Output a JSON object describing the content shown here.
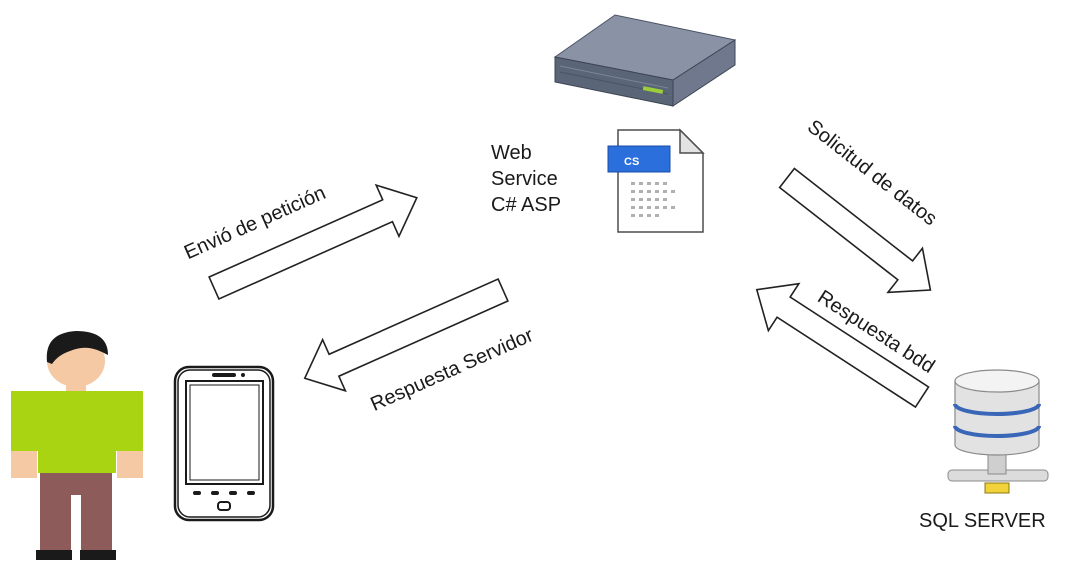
{
  "diagram": {
    "web_service": {
      "line1": "Web",
      "line2": "Service",
      "line3": "C# ASP",
      "file_icon_text": "CS"
    },
    "arrows": {
      "request": "Envió de petición",
      "server_response": "Respuesta Servidor",
      "data_request": "Solicitud de datos",
      "db_response": "Respuesta bdd"
    },
    "database": {
      "label": "SQL SERVER"
    },
    "colors": {
      "person_shirt": "#a8d411",
      "person_pants": "#8e5b5b",
      "person_skin": "#f4c9a4",
      "person_hair": "#1a1a1a",
      "server_body": "#5b6578",
      "db_stripe": "#3a66b8",
      "cs_badge": "#2a6fdc"
    }
  }
}
